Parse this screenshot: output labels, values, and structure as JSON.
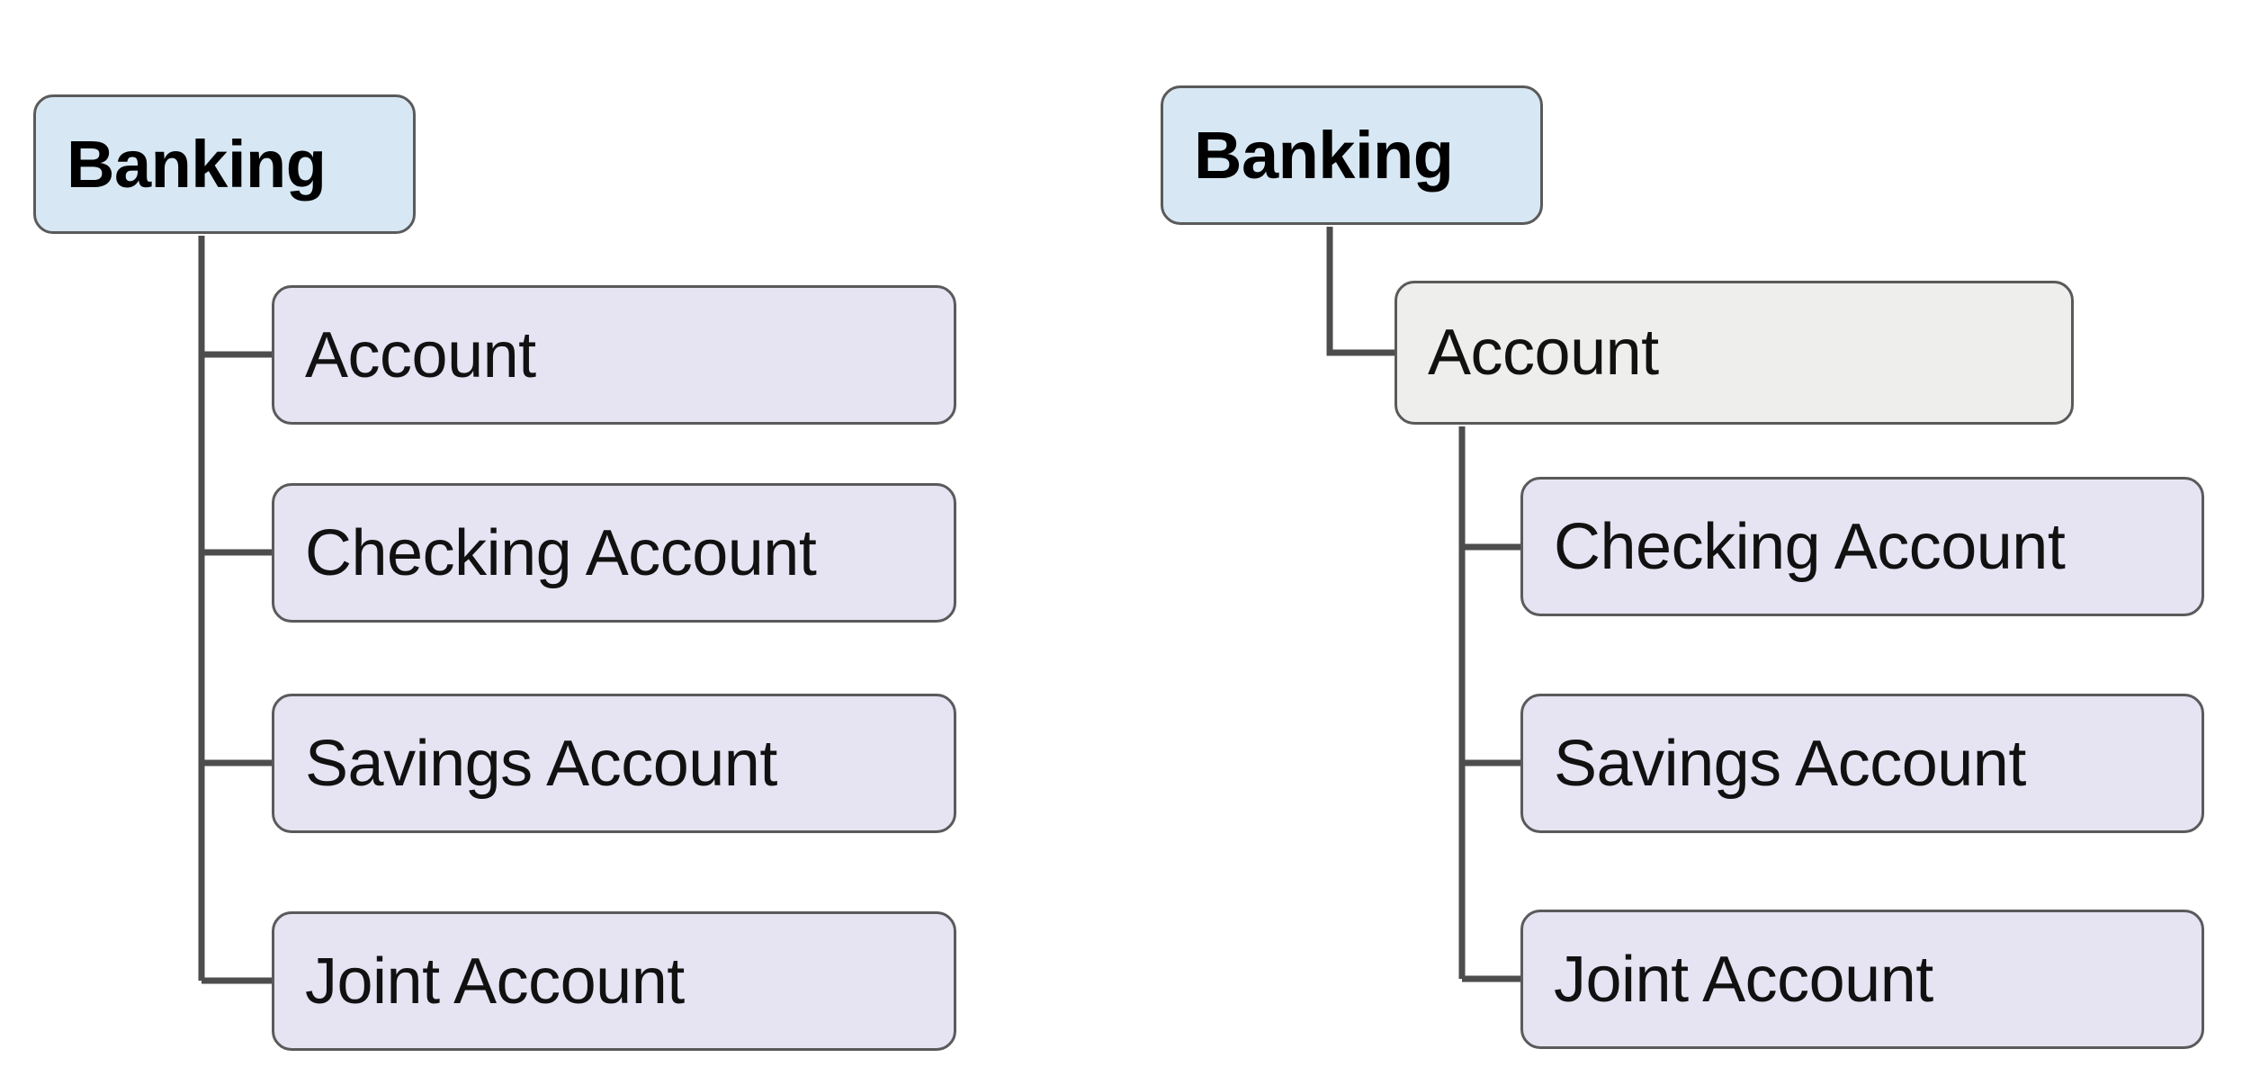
{
  "diagram": {
    "type": "tree-comparison",
    "title_visible": false,
    "colors": {
      "root_fill": "#d7e8f4",
      "branch_fill": "#eeeeec",
      "leaf_fill": "#e6e3f3",
      "border": "#5a5a5a",
      "connector": "#4d4d4d",
      "text": "#111111",
      "background": "#ffffff"
    },
    "panels": [
      {
        "id": "flat-tree",
        "name": "left-flat-hierarchy",
        "root": {
          "label": "Banking",
          "kind": "root"
        },
        "children": [
          {
            "label": "Account",
            "kind": "leaf"
          },
          {
            "label": "Checking Account",
            "kind": "leaf"
          },
          {
            "label": "Savings Account",
            "kind": "leaf"
          },
          {
            "label": "Joint Account",
            "kind": "leaf"
          }
        ]
      },
      {
        "id": "nested-tree",
        "name": "right-nested-hierarchy",
        "root": {
          "label": "Banking",
          "kind": "root"
        },
        "branch": {
          "label": "Account",
          "kind": "branch"
        },
        "grandchildren": [
          {
            "label": "Checking Account",
            "kind": "leaf"
          },
          {
            "label": "Savings Account",
            "kind": "leaf"
          },
          {
            "label": "Joint Account",
            "kind": "leaf"
          }
        ]
      }
    ]
  }
}
